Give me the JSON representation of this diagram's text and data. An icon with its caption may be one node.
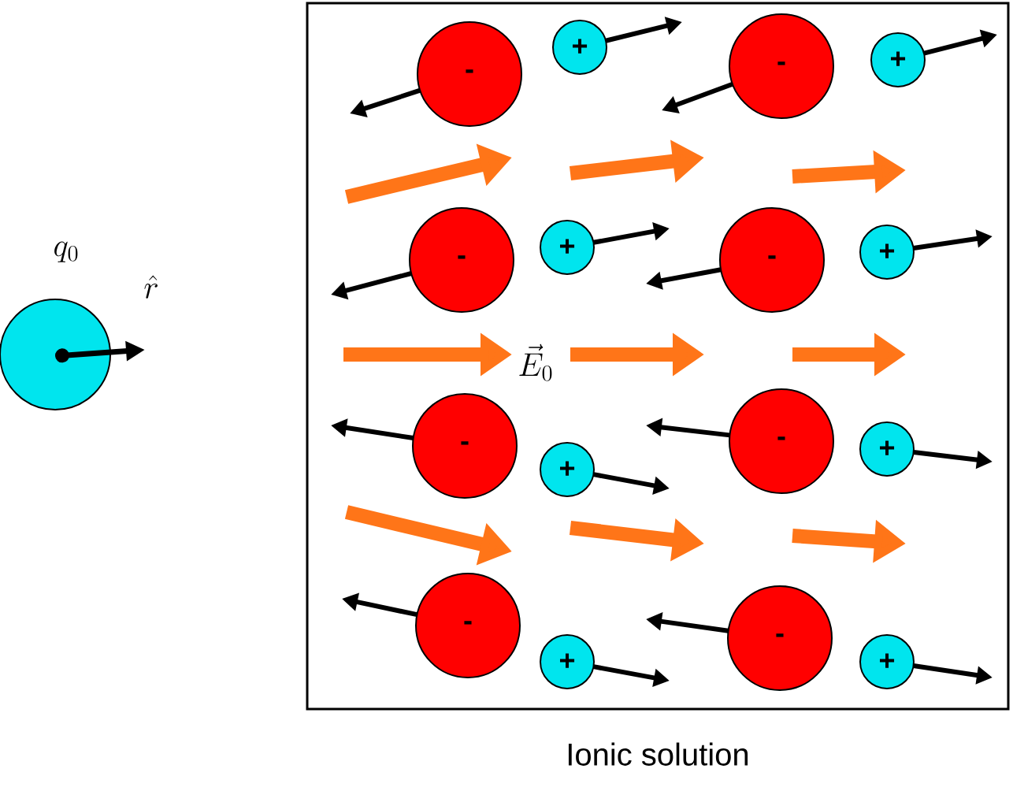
{
  "diagram": {
    "nodes": [
      {
        "text": [],
        "shape": "circle"
      },
      {
        "text": [
          "Ionic solution"
        ]
      },
      {
        "text": [
          "-"
        ],
        "in": 1
      },
      {
        "text": [
          "+"
        ],
        "in": 1
      },
      {
        "text": [
          "-"
        ],
        "in": 1
      },
      {
        "text": [
          "+"
        ],
        "in": 1
      },
      {
        "text": [
          "-"
        ],
        "in": 1
      },
      {
        "text": [
          "+"
        ],
        "in": 1
      },
      {
        "text": [
          "-"
        ],
        "in": 1
      },
      {
        "text": [
          "+"
        ],
        "in": 1
      },
      {
        "text": [
          "-"
        ],
        "in": 1
      },
      {
        "text": [
          "+"
        ],
        "in": 1
      },
      {
        "text": [
          "-"
        ],
        "in": 1
      },
      {
        "text": [
          "+"
        ],
        "in": 1
      },
      {
        "text": [
          "-"
        ],
        "in": 1
      },
      {
        "text": [
          "+"
        ],
        "in": 1
      },
      {
        "text": [
          "-"
        ],
        "in": 1
      },
      {
        "text": [
          "+"
        ],
        "in": 1
      }
    ],
    "labels": [
      "q_0",
      "\\hat{r}",
      "\\vec{E}_0"
    ]
  }
}
